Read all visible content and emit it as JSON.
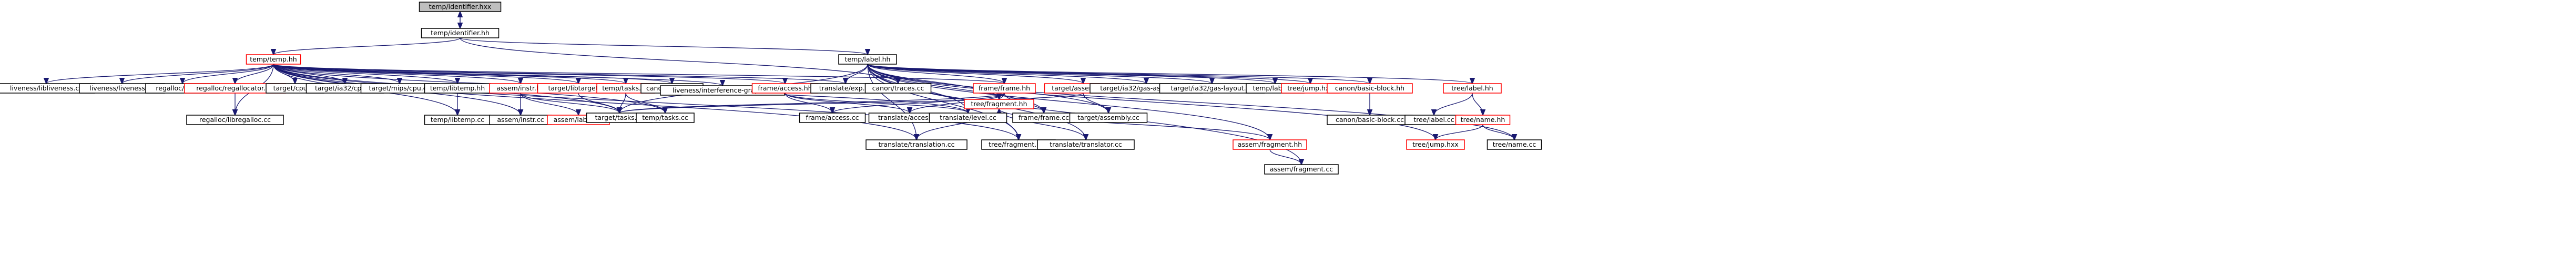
{
  "colors": {
    "edge": "#191970",
    "node_border_normal": "#000000",
    "node_border_highlight": "#ff0000",
    "root_fill": "#bfbfbf",
    "node_fill": "#ffffff"
  },
  "graph": {
    "nodes": [
      {
        "id": "n0",
        "label": "temp/identifier.hxx",
        "style": "root"
      },
      {
        "id": "n1",
        "label": "temp/identifier.hh",
        "style": "normal"
      },
      {
        "id": "n2",
        "label": "temp/temp.hh",
        "style": "red"
      },
      {
        "id": "n3",
        "label": "temp/label.hh",
        "style": "normal"
      },
      {
        "id": "n4",
        "label": "liveness/libliveness.cc",
        "style": "normal"
      },
      {
        "id": "n5",
        "label": "liveness/liveness.cc",
        "style": "normal"
      },
      {
        "id": "n6",
        "label": "regalloc/color.cc",
        "style": "normal"
      },
      {
        "id": "n7",
        "label": "regalloc/regallocator.hh",
        "style": "red"
      },
      {
        "id": "n8",
        "label": "target/cpu.cc",
        "style": "normal"
      },
      {
        "id": "n9",
        "label": "target/ia32/cpu.cc",
        "style": "normal"
      },
      {
        "id": "n10",
        "label": "target/mips/cpu.cc",
        "style": "normal"
      },
      {
        "id": "n11",
        "label": "temp/libtemp.hh",
        "style": "normal"
      },
      {
        "id": "n12",
        "label": "assem/instr.hh",
        "style": "red"
      },
      {
        "id": "n13",
        "label": "target/libtarget.hh",
        "style": "red"
      },
      {
        "id": "n14",
        "label": "temp/tasks.hh",
        "style": "red"
      },
      {
        "id": "n15",
        "label": "canon/canon.cc",
        "style": "normal"
      },
      {
        "id": "n16",
        "label": "liveness/interference-graph.cc",
        "style": "normal"
      },
      {
        "id": "n17",
        "label": "frame/access.hh",
        "style": "red"
      },
      {
        "id": "n18",
        "label": "translate/exp.cc",
        "style": "normal"
      },
      {
        "id": "n19",
        "label": "canon/traces.cc",
        "style": "normal"
      },
      {
        "id": "n20",
        "label": "frame/frame.hh",
        "style": "red"
      },
      {
        "id": "n21",
        "label": "target/assembly.hh",
        "style": "red"
      },
      {
        "id": "n22",
        "label": "target/ia32/gas-assembly.cc",
        "style": "normal"
      },
      {
        "id": "n23",
        "label": "target/ia32/gas-layout.cc",
        "style": "normal"
      },
      {
        "id": "n24",
        "label": "temp/label.cc",
        "style": "normal"
      },
      {
        "id": "n25",
        "label": "tree/jump.hxx",
        "style": "red"
      },
      {
        "id": "n26",
        "label": "canon/basic-block.hh",
        "style": "red"
      },
      {
        "id": "n27",
        "label": "tree/label.hh",
        "style": "red"
      },
      {
        "id": "n28",
        "label": "regalloc/libregalloc.cc",
        "style": "normal"
      },
      {
        "id": "n29",
        "label": "temp/libtemp.cc",
        "style": "normal"
      },
      {
        "id": "n30",
        "label": "assem/instr.cc",
        "style": "normal"
      },
      {
        "id": "n31",
        "label": "assem/label.hh",
        "style": "red"
      },
      {
        "id": "n32",
        "label": "target/tasks.cc",
        "style": "normal"
      },
      {
        "id": "n33",
        "label": "temp/tasks.cc",
        "style": "normal"
      },
      {
        "id": "n34",
        "label": "frame/access.cc",
        "style": "normal"
      },
      {
        "id": "n35",
        "label": "translate/access.cc",
        "style": "normal"
      },
      {
        "id": "n36",
        "label": "translate/level.cc",
        "style": "normal"
      },
      {
        "id": "n37",
        "label": "frame/frame.cc",
        "style": "normal"
      },
      {
        "id": "n38",
        "label": "target/assembly.cc",
        "style": "normal"
      },
      {
        "id": "n39",
        "label": "tree/fragment.hh",
        "style": "red"
      },
      {
        "id": "n40",
        "label": "canon/basic-block.cc",
        "style": "normal"
      },
      {
        "id": "n41",
        "label": "tree/label.cc",
        "style": "normal"
      },
      {
        "id": "n42",
        "label": "tree/name.hh",
        "style": "red"
      },
      {
        "id": "n43",
        "label": "translate/translation.cc",
        "style": "normal"
      },
      {
        "id": "n44",
        "label": "tree/fragment.hxx",
        "style": "normal"
      },
      {
        "id": "n45",
        "label": "translate/translator.cc",
        "style": "normal"
      },
      {
        "id": "n46",
        "label": "assem/fragment.hh",
        "style": "red"
      },
      {
        "id": "n47",
        "label": "tree/jump.hxx",
        "style": "red"
      },
      {
        "id": "n48",
        "label": "tree/name.cc",
        "style": "normal"
      },
      {
        "id": "n49",
        "label": "assem/fragment.cc",
        "style": "normal"
      }
    ],
    "edges": [
      [
        "n0",
        "n1"
      ],
      [
        "n1",
        "n0"
      ],
      [
        "n1",
        "n2"
      ],
      [
        "n1",
        "n3"
      ],
      [
        "n1",
        "n19"
      ],
      [
        "n2",
        "n4"
      ],
      [
        "n2",
        "n5"
      ],
      [
        "n2",
        "n6"
      ],
      [
        "n2",
        "n7"
      ],
      [
        "n2",
        "n8"
      ],
      [
        "n2",
        "n9"
      ],
      [
        "n2",
        "n10"
      ],
      [
        "n2",
        "n11"
      ],
      [
        "n2",
        "n12"
      ],
      [
        "n2",
        "n13"
      ],
      [
        "n2",
        "n14"
      ],
      [
        "n2",
        "n15"
      ],
      [
        "n2",
        "n16"
      ],
      [
        "n2",
        "n17"
      ],
      [
        "n2",
        "n18"
      ],
      [
        "n2",
        "n20"
      ],
      [
        "n2",
        "n28"
      ],
      [
        "n2",
        "n29"
      ],
      [
        "n2",
        "n30"
      ],
      [
        "n2",
        "n32"
      ],
      [
        "n2",
        "n33"
      ],
      [
        "n2",
        "n36"
      ],
      [
        "n2",
        "n43"
      ],
      [
        "n2",
        "n44"
      ],
      [
        "n3",
        "n18"
      ],
      [
        "n3",
        "n20"
      ],
      [
        "n3",
        "n21"
      ],
      [
        "n3",
        "n22"
      ],
      [
        "n3",
        "n23"
      ],
      [
        "n3",
        "n24"
      ],
      [
        "n3",
        "n25"
      ],
      [
        "n3",
        "n26"
      ],
      [
        "n3",
        "n27"
      ],
      [
        "n3",
        "n32"
      ],
      [
        "n3",
        "n36"
      ],
      [
        "n3",
        "n37"
      ],
      [
        "n3",
        "n38"
      ],
      [
        "n3",
        "n39"
      ],
      [
        "n3",
        "n43"
      ],
      [
        "n3",
        "n44"
      ],
      [
        "n3",
        "n45"
      ],
      [
        "n3",
        "n46"
      ],
      [
        "n3",
        "n47"
      ],
      [
        "n3",
        "n49"
      ],
      [
        "n3",
        "n48"
      ],
      [
        "n7",
        "n28"
      ],
      [
        "n11",
        "n29"
      ],
      [
        "n12",
        "n30"
      ],
      [
        "n12",
        "n31"
      ],
      [
        "n12",
        "n32"
      ],
      [
        "n13",
        "n32"
      ],
      [
        "n14",
        "n32"
      ],
      [
        "n14",
        "n33"
      ],
      [
        "n17",
        "n34"
      ],
      [
        "n17",
        "n35"
      ],
      [
        "n17",
        "n36"
      ],
      [
        "n20",
        "n34"
      ],
      [
        "n20",
        "n35"
      ],
      [
        "n20",
        "n36"
      ],
      [
        "n20",
        "n37"
      ],
      [
        "n20",
        "n32"
      ],
      [
        "n21",
        "n32"
      ],
      [
        "n21",
        "n38"
      ],
      [
        "n26",
        "n40"
      ],
      [
        "n27",
        "n41"
      ],
      [
        "n27",
        "n42"
      ],
      [
        "n39",
        "n43"
      ],
      [
        "n39",
        "n44"
      ],
      [
        "n39",
        "n45"
      ],
      [
        "n39",
        "n46"
      ],
      [
        "n44",
        "n39"
      ],
      [
        "n42",
        "n47"
      ],
      [
        "n42",
        "n48"
      ],
      [
        "n46",
        "n49"
      ]
    ]
  }
}
